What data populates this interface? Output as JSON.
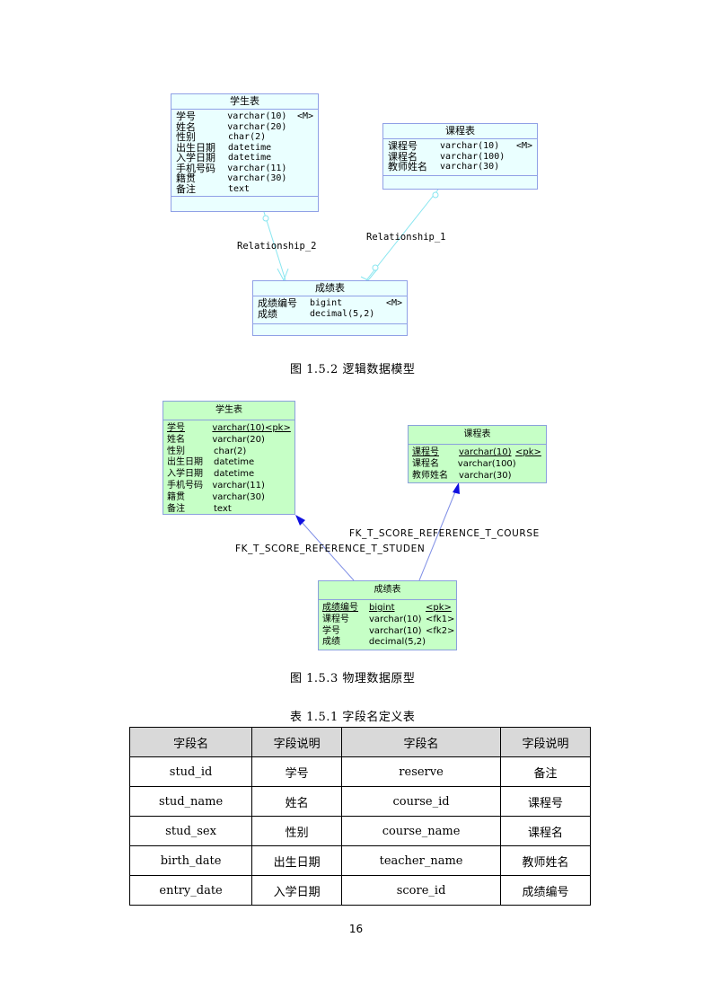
{
  "logical": {
    "student": {
      "title": "学生表",
      "rows": [
        [
          "学号",
          "varchar(10)",
          "<M>"
        ],
        [
          "姓名",
          "varchar(20)",
          ""
        ],
        [
          "性别",
          "char(2)",
          ""
        ],
        [
          "出生日期",
          "datetime",
          ""
        ],
        [
          "入学日期",
          "datetime",
          ""
        ],
        [
          "手机号码",
          "varchar(11)",
          ""
        ],
        [
          "籍贯",
          "varchar(30)",
          ""
        ],
        [
          "备注",
          "text",
          ""
        ]
      ]
    },
    "course": {
      "title": "课程表",
      "rows": [
        [
          "课程号",
          "varchar(10)",
          "<M>"
        ],
        [
          "课程名",
          "varchar(100)",
          ""
        ],
        [
          "教师姓名",
          "varchar(30)",
          ""
        ]
      ]
    },
    "score": {
      "title": "成绩表",
      "rows": [
        [
          "成绩编号",
          "bigint",
          "<M>"
        ],
        [
          "成绩",
          "decimal(5,2)",
          ""
        ]
      ]
    },
    "rel1": "Relationship_1",
    "rel2": "Relationship_2",
    "caption": "图 1.5.2  逻辑数据模型"
  },
  "physical": {
    "student": {
      "title": "学生表",
      "rows": [
        [
          "学号",
          "varchar(10)",
          "<pk>"
        ],
        [
          "姓名",
          "varchar(20)",
          ""
        ],
        [
          "性别",
          "char(2)",
          ""
        ],
        [
          "出生日期",
          "datetime",
          ""
        ],
        [
          "入学日期",
          "datetime",
          ""
        ],
        [
          "手机号码",
          "varchar(11)",
          ""
        ],
        [
          "籍贯",
          "varchar(30)",
          ""
        ],
        [
          "备注",
          "text",
          ""
        ]
      ]
    },
    "course": {
      "title": "课程表",
      "rows": [
        [
          "课程号",
          "varchar(10)",
          "<pk>"
        ],
        [
          "课程名",
          "varchar(100)",
          ""
        ],
        [
          "教师姓名",
          "varchar(30)",
          ""
        ]
      ]
    },
    "score": {
      "title": "成绩表",
      "rows": [
        [
          "成绩编号",
          "bigint",
          "<pk>"
        ],
        [
          "课程号",
          "varchar(10)",
          "<fk1>"
        ],
        [
          "学号",
          "varchar(10)",
          "<fk2>"
        ],
        [
          "成绩",
          "decimal(5,2)",
          ""
        ]
      ]
    },
    "fk_course": "FK_T_SCORE_REFERENCE_T_COURSE",
    "fk_student": "FK_T_SCORE_REFERENCE_T_STUDEN",
    "caption": "图 1.5.3  物理数据原型"
  },
  "table": {
    "caption": "表 1.5.1  字段名定义表",
    "headers": [
      "字段名",
      "字段说明",
      "字段名",
      "字段说明"
    ],
    "rows": [
      [
        "stud_id",
        "学号",
        "reserve",
        "备注"
      ],
      [
        "stud_name",
        "姓名",
        "course_id",
        "课程号"
      ],
      [
        "stud_sex",
        "性别",
        "course_name",
        "课程名"
      ],
      [
        "birth_date",
        "出生日期",
        "teacher_name",
        "教师姓名"
      ],
      [
        "entry_date",
        "入学日期",
        "score_id",
        "成绩编号"
      ]
    ]
  },
  "page_number": "16",
  "colors": {
    "logical_fill": "#eaffff",
    "physical_fill": "#c6ffc6",
    "line": "#7f8fe6",
    "arrow": "#1010e0",
    "header_fill": "#d9d9d9"
  }
}
